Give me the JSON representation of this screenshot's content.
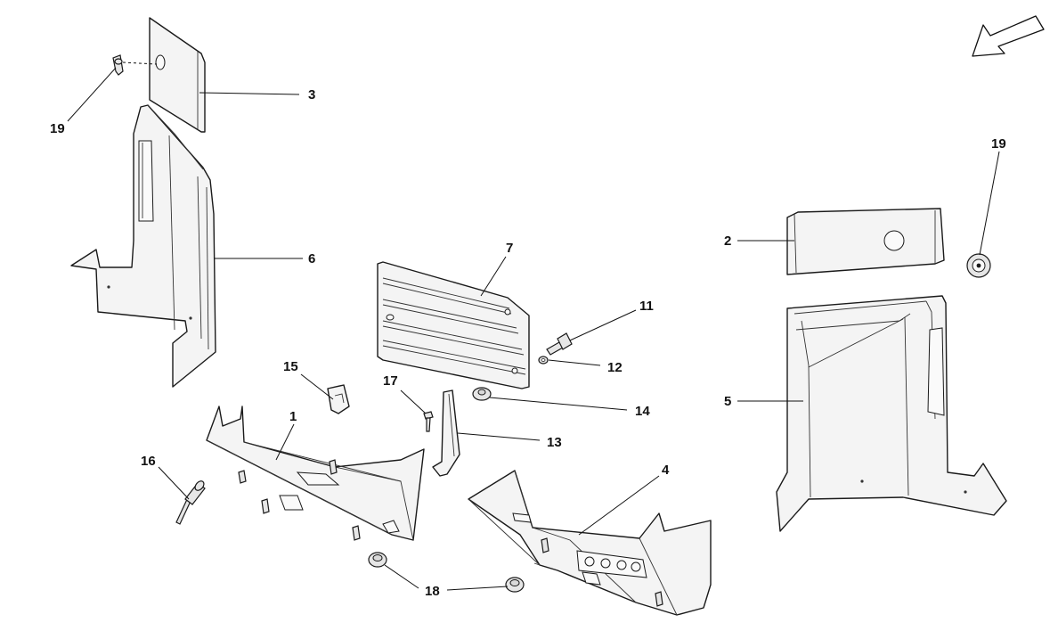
{
  "callouts": [
    {
      "id": "c1",
      "label": "1"
    },
    {
      "id": "c2",
      "label": "2"
    },
    {
      "id": "c3",
      "label": "3"
    },
    {
      "id": "c4",
      "label": "4"
    },
    {
      "id": "c5",
      "label": "5"
    },
    {
      "id": "c6",
      "label": "6"
    },
    {
      "id": "c7",
      "label": "7"
    },
    {
      "id": "c11",
      "label": "11"
    },
    {
      "id": "c12",
      "label": "12"
    },
    {
      "id": "c13",
      "label": "13"
    },
    {
      "id": "c14",
      "label": "14"
    },
    {
      "id": "c15",
      "label": "15"
    },
    {
      "id": "c16",
      "label": "16"
    },
    {
      "id": "c17",
      "label": "17"
    },
    {
      "id": "c18",
      "label": "18"
    },
    {
      "id": "c19a",
      "label": "19"
    },
    {
      "id": "c19b",
      "label": "19"
    }
  ],
  "colors": {
    "line": "#1a1a1a",
    "fill": "#f4f4f4",
    "background": "#ffffff"
  },
  "icons": {
    "orientation": "direction-arrow-icon"
  }
}
